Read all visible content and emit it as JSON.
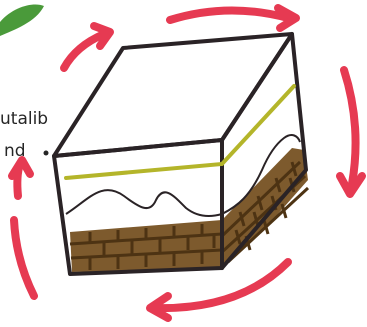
{
  "label": {
    "line1": "utalib",
    "line2": "nd"
  },
  "colors": {
    "arrow": "#e63a52",
    "outline": "#2a2326",
    "brick": "#7d5a2d",
    "mortar": "#5a3d18",
    "stripe": "#b4b52a",
    "leaf": "#4a9a3a",
    "paper": "#ffffff"
  },
  "parts": {
    "arrow_count": 6,
    "box_faces": [
      "top",
      "front",
      "side"
    ],
    "brick_layers": [
      "front-bricks",
      "side-bricks"
    ]
  }
}
